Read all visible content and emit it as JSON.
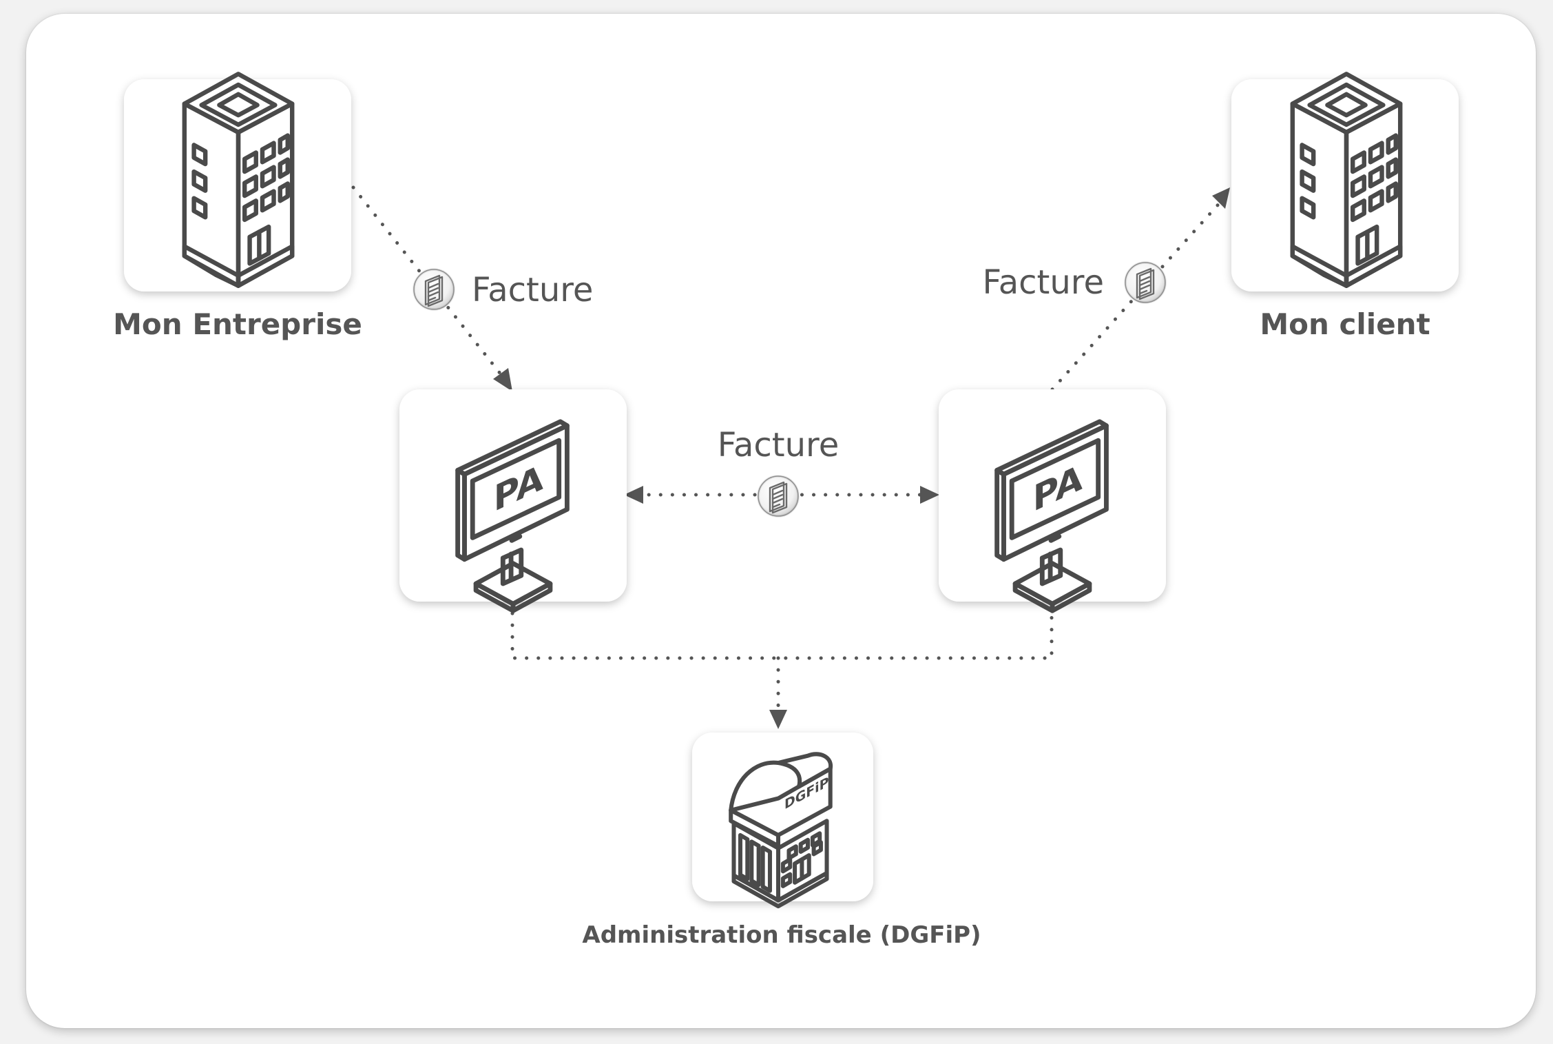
{
  "nodes": {
    "my_company": {
      "label": "Mon Entreprise",
      "icon": "office-building-icon"
    },
    "my_client": {
      "label": "Mon client",
      "icon": "office-building-icon"
    },
    "pa_sender": {
      "screen_text": "PA",
      "icon": "computer-monitor-icon"
    },
    "pa_receiver": {
      "screen_text": "PA",
      "icon": "computer-monitor-icon"
    },
    "tax_admin": {
      "label": "Administration fiscale (DGFiP)",
      "sign_text": "DGFiP",
      "icon": "government-building-icon"
    }
  },
  "flows": {
    "company_to_pa": {
      "label": "Facture",
      "icon": "invoice-document-icon"
    },
    "pa_to_pa": {
      "label": "Facture",
      "icon": "invoice-document-icon"
    },
    "pa_to_client": {
      "label": "Facture",
      "icon": "invoice-document-icon"
    }
  },
  "colors": {
    "background": "#f2f2f2",
    "panel": "#ffffff",
    "icon_stroke": "#4a4a4a",
    "text": "#555555",
    "connector": "#555555"
  }
}
